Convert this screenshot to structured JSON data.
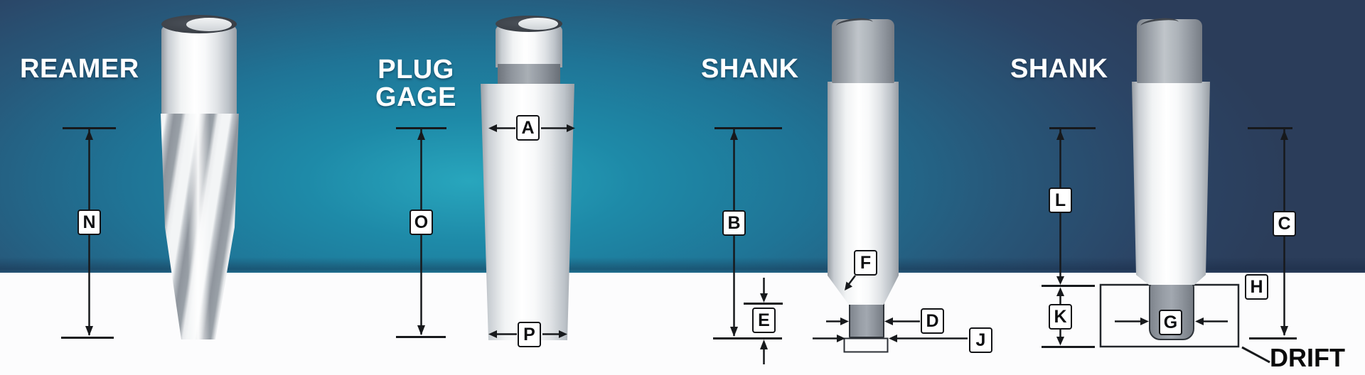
{
  "figure": {
    "background": {
      "teal_center": "#1f8fae",
      "navy_edge": "#2b3d5a",
      "lower_area": "#fcfcfd",
      "line_color": "#17191c",
      "label_background": "#ffffff",
      "label_border": "#121316",
      "metal_highlight": "#ffffff",
      "metal_shadow": "#8f959d",
      "tang_gray": "#989ea6",
      "tang_outline": "#2f343a",
      "title_color": "#ffffff",
      "drift_color": "#0a0a0a"
    },
    "tools": [
      {
        "id": "reamer",
        "title": "REAMER"
      },
      {
        "id": "plug-gage",
        "title": "PLUG GAGE"
      },
      {
        "id": "shank-1",
        "title": "SHANK"
      },
      {
        "id": "shank-2",
        "title": "SHANK"
      }
    ],
    "callout": {
      "drift": "DRIFT"
    },
    "dimension_labels": {
      "N": "N",
      "O": "O",
      "A": "A",
      "P": "P",
      "B": "B",
      "E": "E",
      "F": "F",
      "D": "D",
      "J": "J",
      "L": "L",
      "K": "K",
      "G": "G",
      "H": "H",
      "C": "C"
    }
  }
}
